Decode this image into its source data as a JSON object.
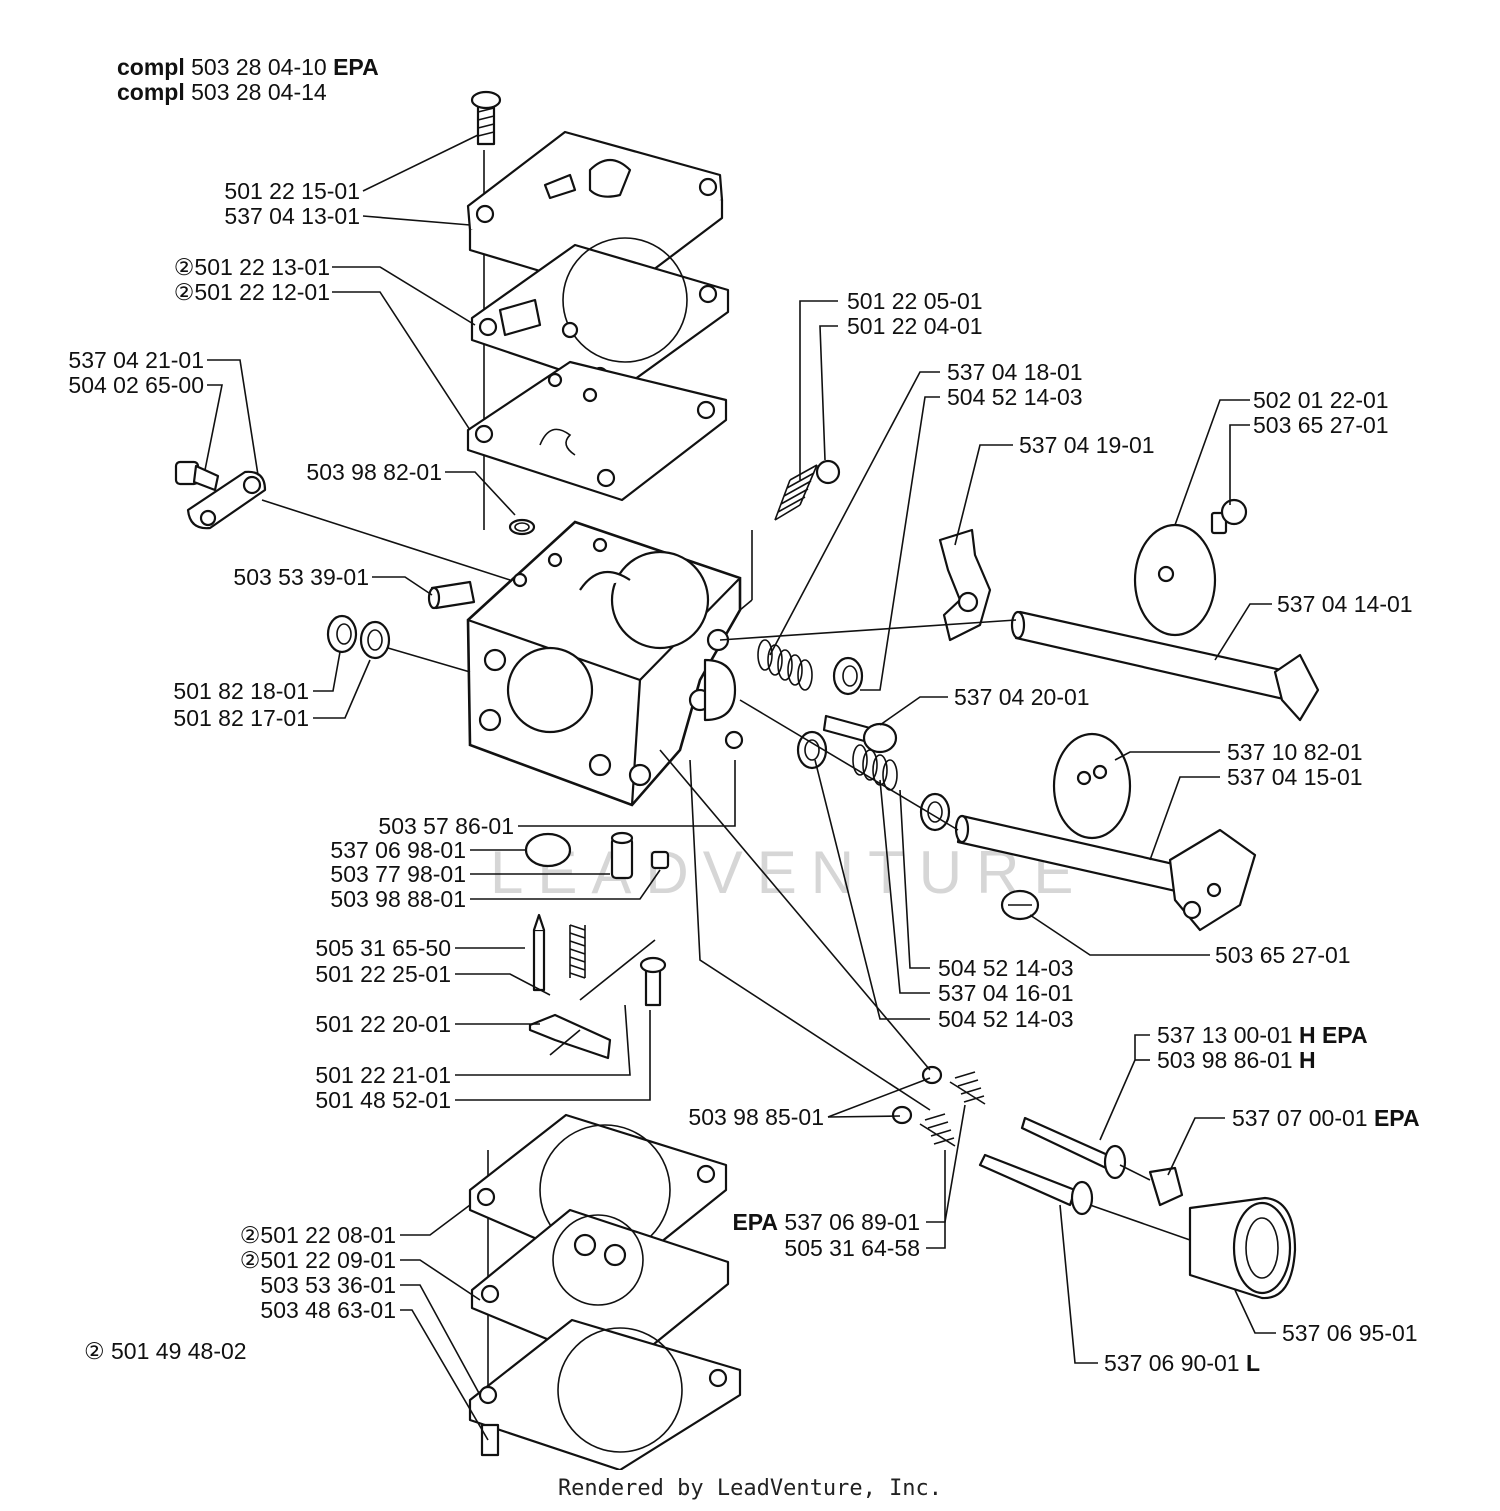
{
  "header": {
    "line1": {
      "prefix": "compl",
      "part": "503 28 04-10",
      "suffix": "EPA"
    },
    "line2": {
      "prefix": "compl",
      "part": "503 28 04-14"
    }
  },
  "callouts": [
    {
      "id": "c1",
      "pre": "",
      "part": "501 22 15-01",
      "suffix": ""
    },
    {
      "id": "c2",
      "pre": "",
      "part": "537 04 13-01",
      "suffix": ""
    },
    {
      "id": "c3",
      "pre": "②",
      "part": "501 22 13-01",
      "suffix": ""
    },
    {
      "id": "c4",
      "pre": "②",
      "part": "501 22 12-01",
      "suffix": ""
    },
    {
      "id": "c5",
      "pre": "",
      "part": "537 04 21-01",
      "suffix": ""
    },
    {
      "id": "c6",
      "pre": "",
      "part": "504 02 65-00",
      "suffix": ""
    },
    {
      "id": "c7",
      "pre": "",
      "part": "503 98 82-01",
      "suffix": ""
    },
    {
      "id": "c8",
      "pre": "",
      "part": "503 53 39-01",
      "suffix": ""
    },
    {
      "id": "c9",
      "pre": "",
      "part": "501 82 18-01",
      "suffix": ""
    },
    {
      "id": "c10",
      "pre": "",
      "part": "501 82 17-01",
      "suffix": ""
    },
    {
      "id": "c11",
      "pre": "",
      "part": "501 22 05-01",
      "suffix": ""
    },
    {
      "id": "c12",
      "pre": "",
      "part": "501 22 04-01",
      "suffix": ""
    },
    {
      "id": "c13",
      "pre": "",
      "part": "537 04 18-01",
      "suffix": ""
    },
    {
      "id": "c14",
      "pre": "",
      "part": "504 52 14-03",
      "suffix": ""
    },
    {
      "id": "c15",
      "pre": "",
      "part": "537 04 19-01",
      "suffix": ""
    },
    {
      "id": "c16",
      "pre": "",
      "part": "502 01 22-01",
      "suffix": ""
    },
    {
      "id": "c17",
      "pre": "",
      "part": "503 65 27-01",
      "suffix": ""
    },
    {
      "id": "c18",
      "pre": "",
      "part": "537 04 14-01",
      "suffix": ""
    },
    {
      "id": "c19",
      "pre": "",
      "part": "537 04 20-01",
      "suffix": ""
    },
    {
      "id": "c20",
      "pre": "",
      "part": "537 10 82-01",
      "suffix": ""
    },
    {
      "id": "c21",
      "pre": "",
      "part": "537 04 15-01",
      "suffix": ""
    },
    {
      "id": "c22",
      "pre": "",
      "part": "503 57 86-01",
      "suffix": ""
    },
    {
      "id": "c23",
      "pre": "",
      "part": "537 06 98-01",
      "suffix": ""
    },
    {
      "id": "c24",
      "pre": "",
      "part": "503 77 98-01",
      "suffix": ""
    },
    {
      "id": "c25",
      "pre": "",
      "part": "503 98 88-01",
      "suffix": ""
    },
    {
      "id": "c26",
      "pre": "",
      "part": "503 65 27-01",
      "suffix": ""
    },
    {
      "id": "c27",
      "pre": "",
      "part": "505 31 65-50",
      "suffix": ""
    },
    {
      "id": "c28",
      "pre": "",
      "part": "501 22 25-01",
      "suffix": ""
    },
    {
      "id": "c29",
      "pre": "",
      "part": "504 52 14-03",
      "suffix": ""
    },
    {
      "id": "c30",
      "pre": "",
      "part": "537 04 16-01",
      "suffix": ""
    },
    {
      "id": "c31",
      "pre": "",
      "part": "501 22 20-01",
      "suffix": ""
    },
    {
      "id": "c32",
      "pre": "",
      "part": "504 52 14-03",
      "suffix": ""
    },
    {
      "id": "c33",
      "pre": "",
      "part": "537 13 00-01",
      "suffix": "H EPA"
    },
    {
      "id": "c34",
      "pre": "",
      "part": "503 98 86-01",
      "suffix": "H"
    },
    {
      "id": "c35",
      "pre": "",
      "part": "501 22 21-01",
      "suffix": ""
    },
    {
      "id": "c36",
      "pre": "",
      "part": "501 48 52-01",
      "suffix": ""
    },
    {
      "id": "c37",
      "pre": "",
      "part": "503 98 85-01",
      "suffix": ""
    },
    {
      "id": "c38",
      "pre": "",
      "part": "537 07 00-01",
      "suffix": "EPA"
    },
    {
      "id": "c39",
      "pre": "EPA",
      "part": "537 06 89-01",
      "suffix": ""
    },
    {
      "id": "c40",
      "pre": "",
      "part": "505 31 64-58",
      "suffix": ""
    },
    {
      "id": "c41",
      "pre": "②",
      "part": "501 22 08-01",
      "suffix": ""
    },
    {
      "id": "c42",
      "pre": "②",
      "part": "501 22 09-01",
      "suffix": ""
    },
    {
      "id": "c43",
      "pre": "",
      "part": "503 53 36-01",
      "suffix": ""
    },
    {
      "id": "c44",
      "pre": "",
      "part": "503 48 63-01",
      "suffix": ""
    },
    {
      "id": "c45",
      "pre": "",
      "part": "537 06 95-01",
      "suffix": ""
    },
    {
      "id": "c46",
      "pre": "②",
      "part": "501 49 48-02",
      "suffix": ""
    },
    {
      "id": "c47",
      "pre": "",
      "part": "537 06 90-01",
      "suffix": "L"
    }
  ],
  "watermark": "LEADVENTURE",
  "footer": "Rendered by LeadVenture, Inc."
}
